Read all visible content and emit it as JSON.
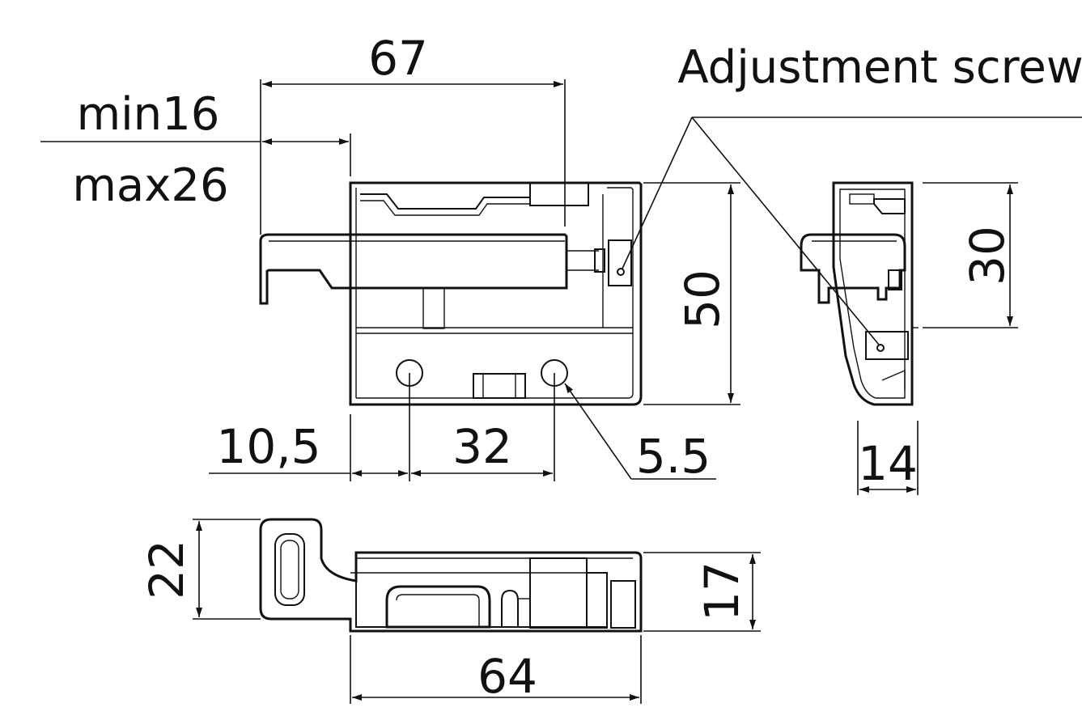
{
  "labels": {
    "dim_67": "67",
    "dim_min": "min16",
    "dim_max": "max26",
    "callout_adjust": "Adjustment screw",
    "dim_50": "50",
    "dim_30": "30",
    "dim_10_5": "10,5",
    "dim_32": "32",
    "dim_5_5": "5.5",
    "dim_14": "14",
    "dim_22": "22",
    "dim_17": "17",
    "dim_64": "64"
  },
  "colors": {
    "line": "#111111",
    "background": "#ffffff"
  }
}
